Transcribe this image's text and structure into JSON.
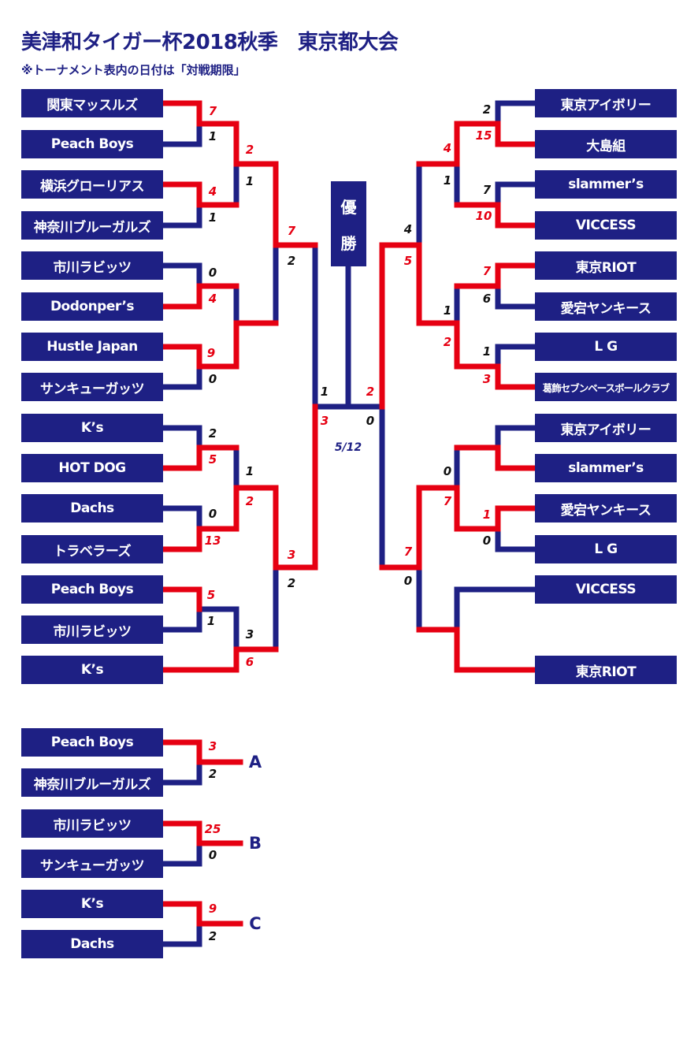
{
  "header": {
    "title": "美津和タイガー杯2018秋季　東京都大会",
    "subtitle": "※トーナメント表内の日付は「対戦期限」"
  },
  "colors": {
    "navy": "#1e2084",
    "red": "#e60012"
  },
  "champion_box": {
    "char1": "優",
    "char2": "勝"
  },
  "final_date": "5/12",
  "left_teams": [
    "関東マッスルズ",
    "Peach Boys",
    "横浜グローリアス",
    "神奈川ブルーガルズ",
    "市川ラビッツ",
    "Dodonper’s",
    "Hustle Japan",
    "サンキューガッツ",
    "K’s",
    "HOT DOG",
    "Dachs",
    "トラベラーズ",
    "Peach Boys",
    "市川ラビッツ",
    "K’s"
  ],
  "right_teams": [
    "東京アイボリー",
    "大島組",
    "slammer’s",
    "VICCESS",
    "東京RIOT",
    "愛宕ヤンキース",
    "L G",
    "葛飾セブンベースボールクラブ",
    "東京アイボリー",
    "slammer’s",
    "愛宕ヤンキース",
    "L G",
    "VICCESS",
    "東京RIOT"
  ],
  "consolation": {
    "teams": [
      "Peach Boys",
      "神奈川ブルーガルズ",
      "市川ラビッツ",
      "サンキューガッツ",
      "K’s",
      "Dachs"
    ],
    "labels": [
      "A",
      "B",
      "C"
    ]
  },
  "scores": [
    "7",
    "1",
    "4",
    "1",
    "0",
    "4",
    "9",
    "0",
    "2",
    "5",
    "0",
    "13",
    "5",
    "1",
    "2",
    "1",
    "1",
    "2",
    "3",
    "6",
    "7",
    "2",
    "3",
    "2",
    "1",
    "3",
    "2",
    "15",
    "7",
    "10",
    "7",
    "6",
    "1",
    "3",
    "1",
    "0",
    "4",
    "1",
    "1",
    "2",
    "0",
    "7",
    "4",
    "5",
    "7",
    "0",
    "2",
    "0",
    "3",
    "2",
    "25",
    "0",
    "9",
    "2"
  ]
}
